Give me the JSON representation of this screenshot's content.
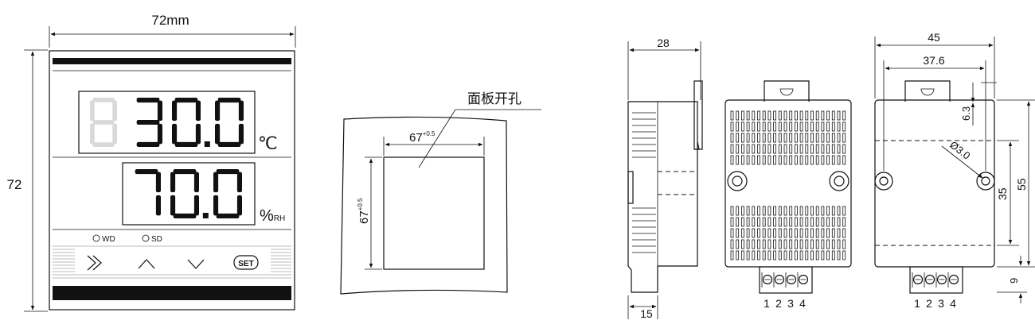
{
  "front": {
    "width_label": "72mm",
    "height_label": "72",
    "temperature_value": "30.0",
    "temperature_unit": "℃",
    "humidity_value": "70.0",
    "humidity_unit_main": "%",
    "humidity_unit_sub": "RH",
    "indicator_wd": "WD",
    "indicator_sd": "SD",
    "set_button": "SET"
  },
  "cutout": {
    "title": "面板开孔",
    "width_value": "67",
    "width_tolerance": "+0.5",
    "height_value": "67",
    "height_tolerance": "+0.5"
  },
  "side": {
    "depth_label": "28",
    "base_label": "15"
  },
  "back": {
    "terminals": [
      "1",
      "2",
      "3",
      "4"
    ]
  },
  "mount": {
    "width_label": "45",
    "hole_spacing_label": "37.6",
    "top_offset_label": "6.3",
    "hole_diameter_label": "Ø3.0",
    "hole_vertical_label": "35",
    "height_label": "55",
    "terminal_label": "9",
    "terminals": [
      "1",
      "2",
      "3",
      "4"
    ]
  },
  "colors": {
    "line": "#111111",
    "segment_off": "#d9d9d9",
    "background": "#ffffff"
  }
}
